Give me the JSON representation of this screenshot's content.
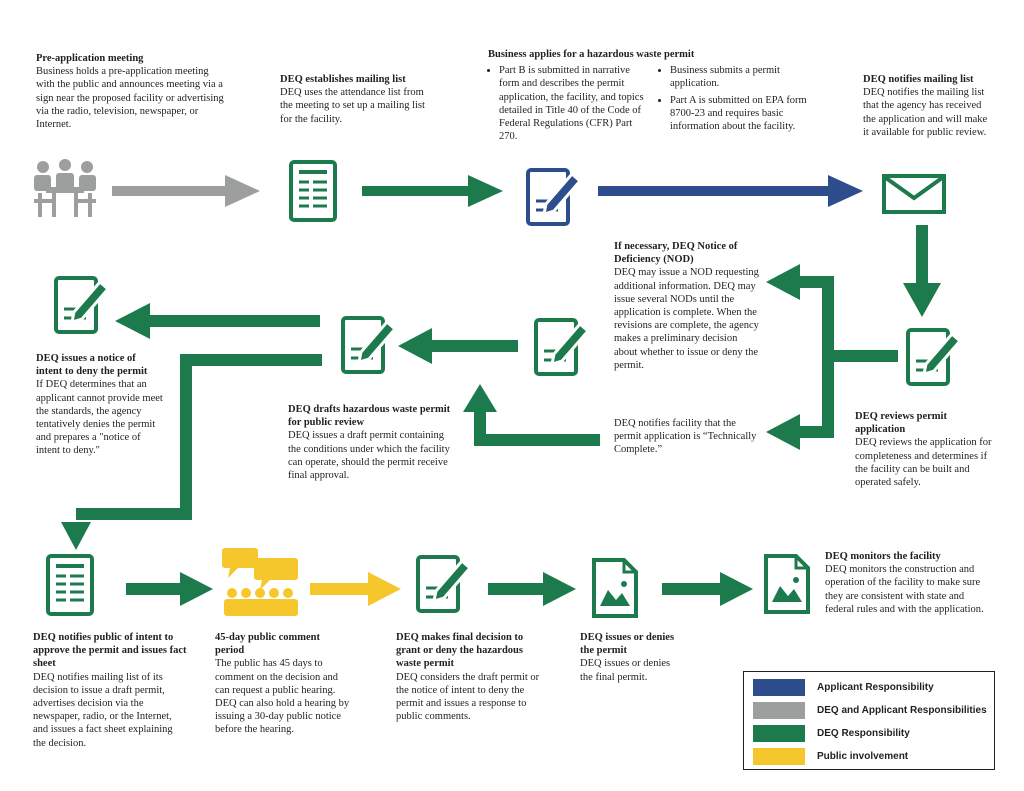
{
  "colors": {
    "applicant": "#2e4d8c",
    "shared": "#9d9e9e",
    "deq": "#1d7a4c",
    "public": "#f5c72c"
  },
  "steps": {
    "preapp": {
      "title": "Pre-application meeting",
      "body": "Business holds a pre-application meeting with the public and announces meeting via a sign near the proposed facility or advertising via the radio, television, newspaper, or Internet.",
      "icon": "meeting-icon"
    },
    "mailing": {
      "title": "DEQ establishes mailing list",
      "body": "DEQ uses the attendance list from the meeting to set up a mailing list for the facility.",
      "icon": "list-document-icon"
    },
    "applies": {
      "title": "Business applies for a hazardous waste permit",
      "bullets_left": [
        "Part B is submitted in narrative form and describes the permit application, the facility, and topics detailed in Title 40 of the Code of Federal Regulations (CFR) Part 270."
      ],
      "bullets_right": [
        "Business submits a permit application.",
        "Part A is submitted on EPA form 8700-23 and requires basic information about the facility."
      ],
      "icon": "document-pen-icon"
    },
    "notifies": {
      "title": "DEQ notifies mailing list",
      "body": "DEQ notifies the mailing list that the agency has received the application and will make it available for public review.",
      "icon": "envelope-icon"
    },
    "nod": {
      "title": "If necessary, DEQ Notice of Deficiency (NOD)",
      "body": "DEQ may issue a NOD requesting additional information. DEQ may issue several NODs until the application is complete. When the revisions are complete, the agency makes a preliminary decision about whether to issue or deny the permit.",
      "note": "DEQ notifies facility that the permit application is “Technically Complete.”",
      "icon": "document-pen-icon"
    },
    "reviews": {
      "title": "DEQ reviews permit application",
      "body": "DEQ reviews the application for completeness and determines if the facility can be built and operated safely.",
      "icon": "document-pen-icon"
    },
    "drafts": {
      "title": "DEQ drafts hazardous waste permit for public review",
      "body": "DEQ issues a draft permit containing the conditions under which the facility can operate, should the permit receive final approval.",
      "icon": "document-pen-icon"
    },
    "deny": {
      "title": "DEQ issues a notice of intent to deny the permit",
      "body": "If DEQ determines that an applicant cannot provide meet the standards, the agency tentatively denies the permit and prepares a \"notice of intent to deny.\"",
      "icon": "document-pen-icon"
    },
    "public_notice": {
      "title": "DEQ notifies public of intent to approve the permit and issues fact sheet",
      "body": "DEQ notifies mailing list of its decision to issue a draft permit, advertises decision via the newspaper, radio, or the Internet, and issues a fact sheet explaining the decision.",
      "icon": "list-document-icon"
    },
    "comment": {
      "title": "45-day public comment period",
      "body": "The public has 45 days to comment on the decision and can request a public hearing. DEQ can also hold a hearing by issuing a 30-day public notice before the hearing.",
      "icon": "public-speech-icon"
    },
    "final": {
      "title": "DEQ makes final decision to grant or deny the hazardous waste permit",
      "body": "DEQ considers the draft permit or the notice of intent to deny the permit and issues a response to public comments.",
      "icon": "document-pen-icon"
    },
    "issues": {
      "title": "DEQ issues or denies the permit",
      "body": "DEQ issues or denies the final permit.",
      "icon": "permit-image-icon"
    },
    "monitors": {
      "title": "DEQ monitors the facility",
      "body": "DEQ monitors the construction and operation of the facility to make sure they are consistent with state and federal rules and with the application.",
      "icon": "permit-image-icon"
    }
  },
  "legend": [
    {
      "label": "Applicant Responsibility",
      "color": "#2e4d8c"
    },
    {
      "label": "DEQ and Applicant Responsibilities",
      "color": "#9d9e9e"
    },
    {
      "label": "DEQ Responsibility",
      "color": "#1d7a4c"
    },
    {
      "label": "Public involvement",
      "color": "#f5c72c"
    }
  ]
}
